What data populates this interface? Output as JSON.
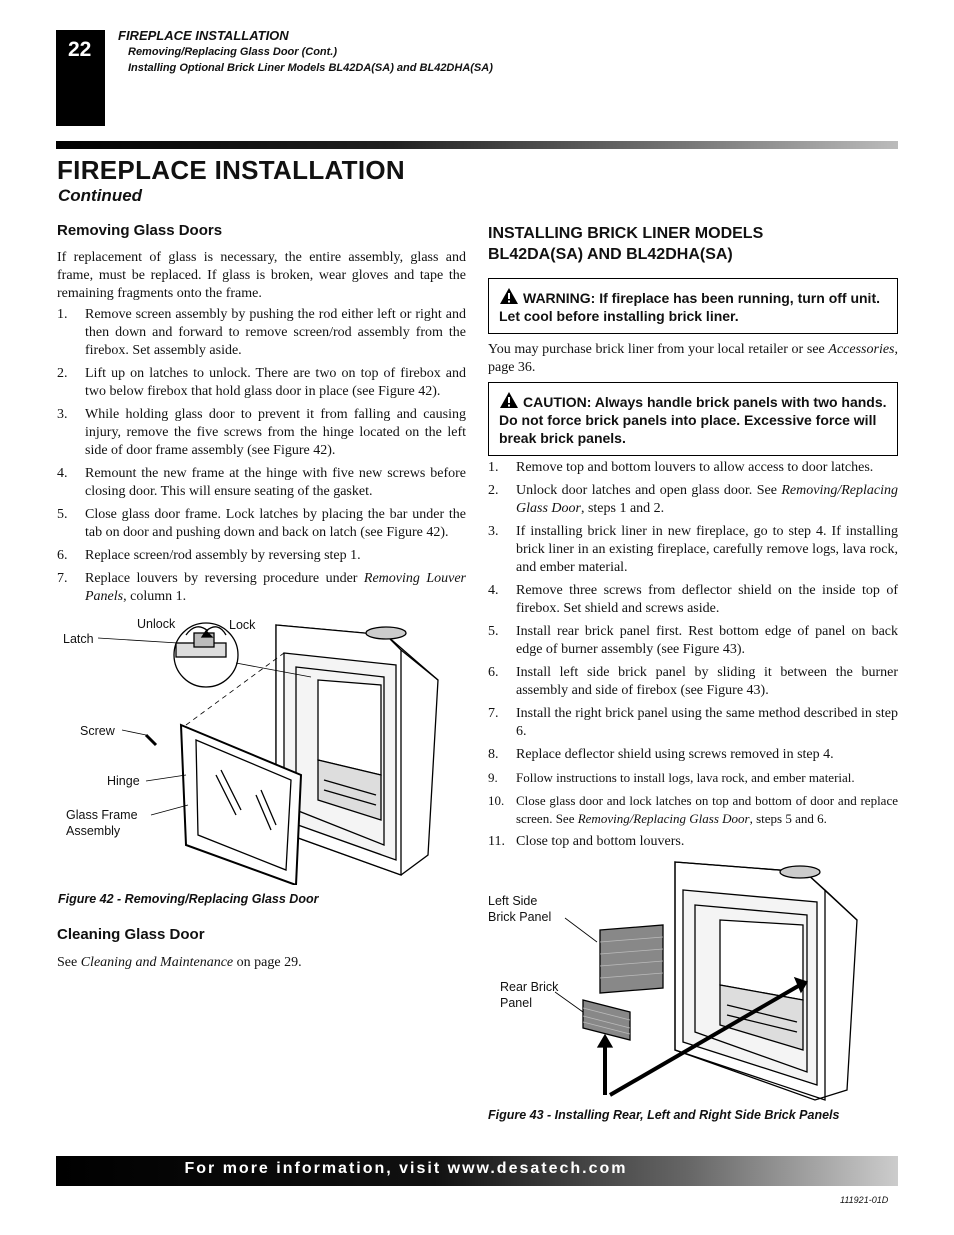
{
  "page_number": "22",
  "header": {
    "section": "FIREPLACE INSTALLATION",
    "line2": "Removing/Replacing Glass Door (Cont.)",
    "line3": "Installing Optional Brick Liner Models BL42DA(SA) and BL42DHA(SA)"
  },
  "title": "FIREPLACE INSTALLATION",
  "subtitle": "Continued",
  "left": {
    "removing_heading": "Removing Glass Doors",
    "removing_intro": "If replacement of glass is necessary, the entire assembly, glass and frame, must be replaced. If glass is broken, wear gloves and tape the remaining fragments onto the frame.",
    "steps": [
      {
        "n": "1.",
        "text": "Remove screen assembly by pushing the rod either left or right and then down and forward to remove screen/rod assembly from the firebox. Set assembly aside."
      },
      {
        "n": "2.",
        "text": "Lift up on latches to unlock. There are two on top of firebox and two below firebox that hold glass door in place (see Figure 42)."
      },
      {
        "n": "3.",
        "text": "While holding glass door to prevent it from falling and causing injury, remove the five screws from the hinge located on the left side of door frame assembly (see Figure 42)."
      },
      {
        "n": "4.",
        "text": "Remount the new frame at the hinge with five new screws before closing door. This will ensure seating of the gasket."
      },
      {
        "n": "5.",
        "text": "Close glass door frame. Lock latches by placing the bar under the tab on door and pushing down and back on latch (see Figure 42)."
      },
      {
        "n": "6.",
        "text": "Replace screen/rod assembly by reversing step 1."
      },
      {
        "n": "7.",
        "pre": "Replace louvers by reversing procedure under ",
        "ital": "Removing Louver Panels",
        "post": ", column 1."
      }
    ],
    "fig42_labels": {
      "unlock": "Unlock",
      "lock": "Lock",
      "latch": "Latch",
      "screw": "Screw",
      "hinge": "Hinge",
      "glass_frame_1": "Glass Frame",
      "glass_frame_2": "Assembly"
    },
    "fig42_caption": "Figure 42 - Removing/Replacing Glass Door",
    "cleaning_heading": "Cleaning Glass Door",
    "cleaning_pre": "See ",
    "cleaning_ital": "Cleaning and Maintenance",
    "cleaning_post": " on page 29."
  },
  "right": {
    "heading_1": "INSTALLING BRICK LINER MODELS",
    "heading_2": "BL42DA(SA) AND BL42DHA(SA)",
    "warning": "WARNING: If fireplace has been running, turn off unit. Let cool before installing brick liner.",
    "purchase_pre": "You may purchase brick liner from your local retailer or see ",
    "purchase_ital": "Accessories",
    "purchase_post": ", page 36.",
    "caution": "CAUTION: Always handle brick panels with two hands. Do not force brick panels into place. Excessive force will break brick panels.",
    "steps": [
      {
        "n": "1.",
        "text": "Remove top and bottom louvers to allow access to door latches."
      },
      {
        "n": "2.",
        "pre": "Unlock door latches and open glass door. See ",
        "ital": "Removing/Replacing Glass Door",
        "post": ", steps 1 and 2."
      },
      {
        "n": "3.",
        "text": "If installing brick liner in new fireplace, go to step 4. If installing brick liner in an existing fireplace, carefully remove logs, lava rock, and ember material."
      },
      {
        "n": "4.",
        "text": "Remove three screws from deflector shield on the inside top of firebox. Set shield and screws aside."
      },
      {
        "n": "5.",
        "text": "Install rear brick panel first. Rest bottom edge of panel on back edge of burner assembly (see Figure 43)."
      },
      {
        "n": "6.",
        "text": "Install left side brick panel by sliding it between the burner assembly and side of firebox (see Figure 43)."
      },
      {
        "n": "7.",
        "text": "Install the right brick panel using the same method described in step 6."
      },
      {
        "n": "8.",
        "text": "Replace deflector shield using screws removed in step 4."
      },
      {
        "n": "9.",
        "text": "Follow instructions to install logs, lava rock, and ember material."
      },
      {
        "n": "10.",
        "pre": "Close glass door and lock latches on top and bottom of door and replace screen. See ",
        "ital": "Removing/Replacing Glass Door",
        "post": ", steps 5 and 6."
      },
      {
        "n": "11.",
        "text": "Close top and bottom louvers."
      }
    ],
    "fig43_labels": {
      "left_side_1": "Left Side",
      "left_side_2": "Brick Panel",
      "rear_1": "Rear Brick",
      "rear_2": "Panel"
    },
    "fig43_caption": "Figure 43 - Installing Rear, Left and Right Side Brick Panels"
  },
  "footer": {
    "text": "For more information, visit www.desatech.com",
    "doc_number": "111921-01D"
  }
}
